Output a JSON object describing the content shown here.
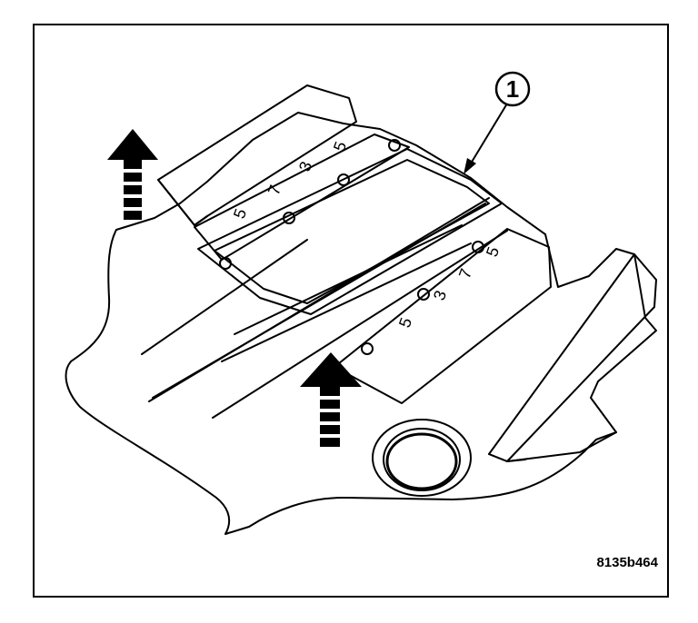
{
  "figure": {
    "callout_label": "1",
    "figure_id": "8135b464"
  },
  "cover_markings": {
    "left_rail": [
      "5",
      "3",
      "7",
      "5"
    ],
    "right_rail": [
      "5",
      "7",
      "3",
      "5"
    ]
  },
  "colors": {
    "ink": "#000000",
    "paper": "#ffffff"
  },
  "icons": [
    "lift-arrow-icon",
    "lift-arrow-icon"
  ]
}
